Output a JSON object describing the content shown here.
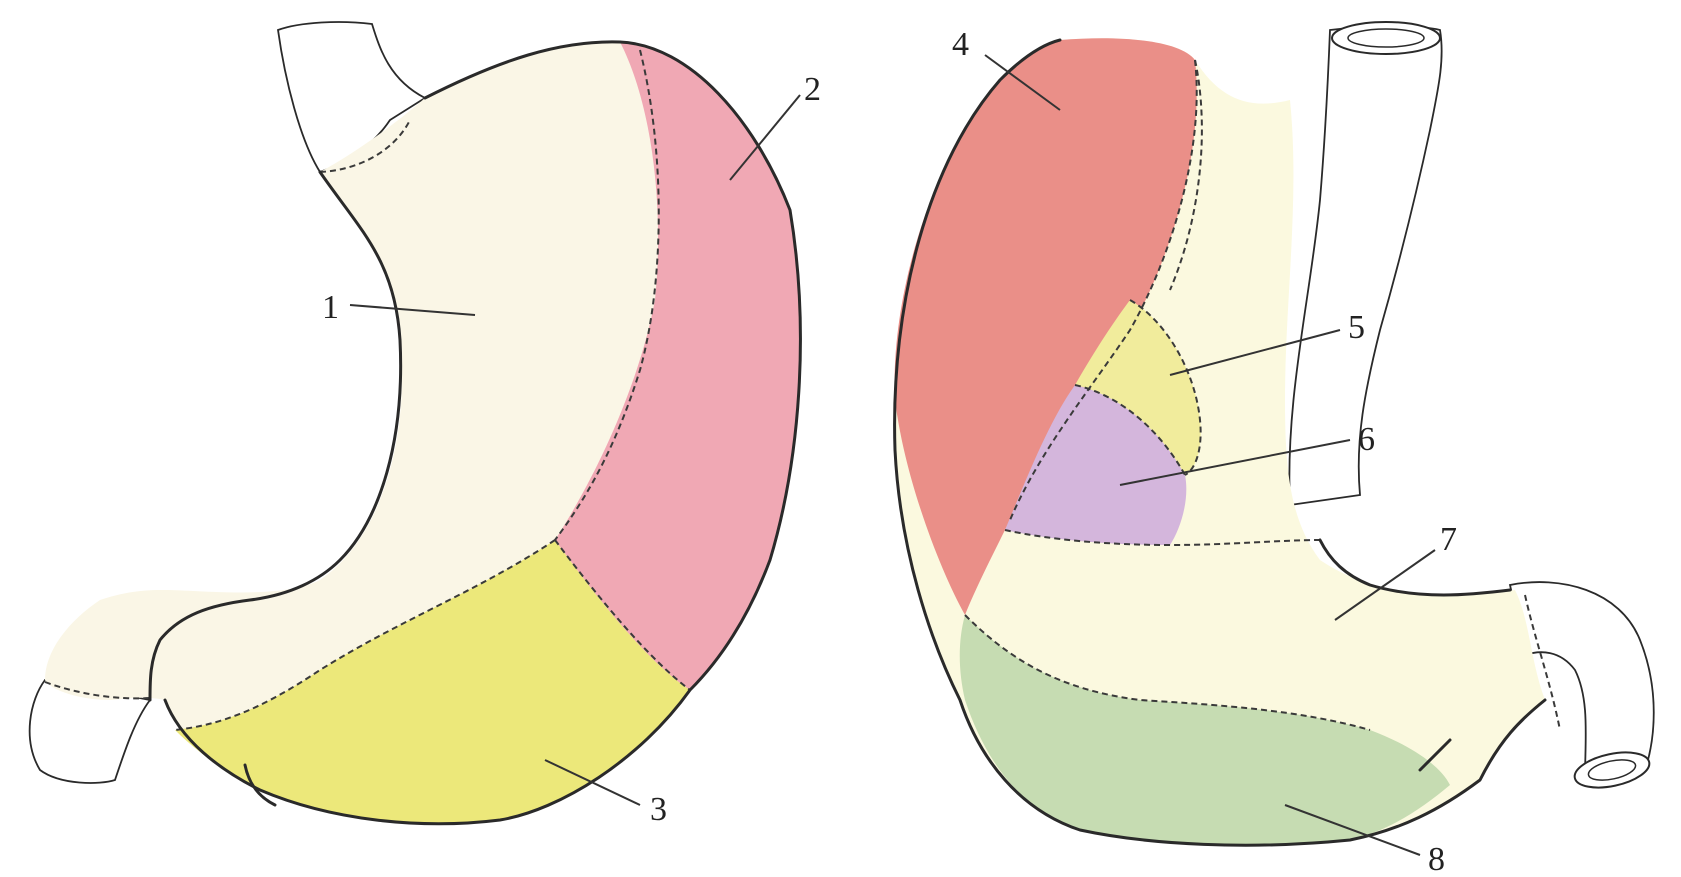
{
  "labels": [
    "1",
    "2",
    "3",
    "4",
    "5",
    "6",
    "7",
    "8"
  ],
  "colors": {
    "body": "#faf6e6",
    "body_right": "#fbf9df",
    "region2": "#f0a8b4",
    "region3": "#ece87a",
    "region4": "#ea8f88",
    "region5": "#f1ec9c",
    "region6": "#d4b6dc",
    "region8": "#c6dcb2",
    "outline": "#2a2a2a"
  }
}
